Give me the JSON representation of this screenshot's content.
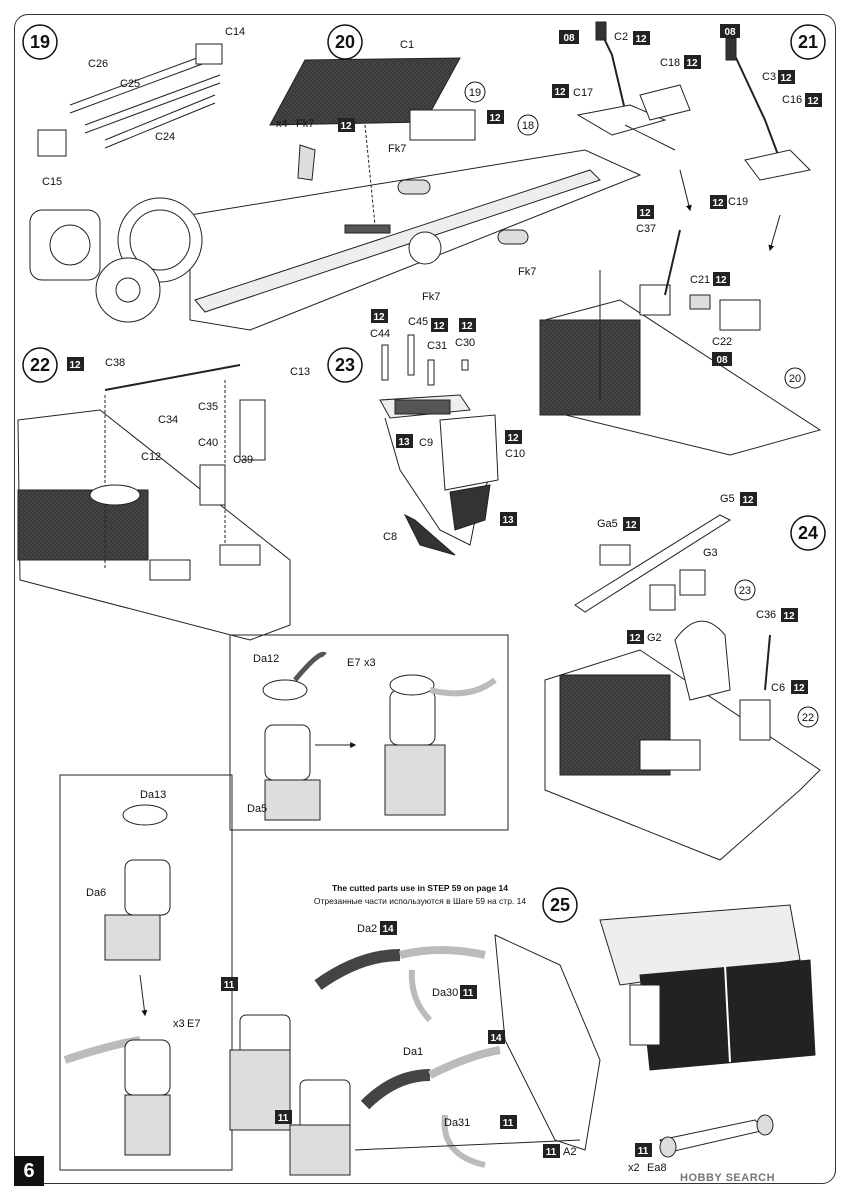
{
  "page_number": "6",
  "watermark": "HOBBY SEARCH",
  "note": {
    "en": "The cutted parts use in STEP 59 on page 14",
    "ru": "Отрезанные части используются в Шаге 59 на стр. 14"
  },
  "steps": [
    "19",
    "20",
    "21",
    "22",
    "23",
    "24",
    "25"
  ],
  "parts": {
    "C14": "C14",
    "C26": "C26",
    "C25": "C25",
    "C24": "C24",
    "C15": "C15",
    "C1": "C1",
    "Fk7a": "Fk7",
    "Fk7b": "Fk7",
    "Fk7c": "Fk7",
    "Fk7d": "Fk7",
    "x4": "x4",
    "s19": "19",
    "s18": "18",
    "C2": "C2",
    "C18": "C18",
    "C17": "C17",
    "C3": "C3",
    "C16": "C16",
    "C19": "C19",
    "C37": "C37",
    "C21": "C21",
    "C22": "C22",
    "s20": "20",
    "C38": "C38",
    "C13": "C13",
    "C34": "C34",
    "C35": "C35",
    "C40": "C40",
    "C12": "C12",
    "C39": "C39",
    "C44": "C44",
    "C45": "C45",
    "C31": "C31",
    "C30": "C30",
    "C9": "C9",
    "C10": "C10",
    "C8": "C8",
    "G5": "G5",
    "Ga5": "Ga5",
    "G3": "G3",
    "G2": "G2",
    "s23": "23",
    "C36": "C36",
    "C6": "C6",
    "s22": "22",
    "Da12": "Da12",
    "E7a": "E7",
    "x3a": "x3",
    "Da5": "Da5",
    "Da13": "Da13",
    "Da6": "Da6",
    "E7b": "E7",
    "x3b": "x3",
    "Da2": "Da2",
    "Da30": "Da30",
    "Da1": "Da1",
    "Da31": "Da31",
    "A2": "A2",
    "Ea8": "Ea8",
    "x2": "x2"
  },
  "paint": {
    "p08": "08",
    "p12": "12",
    "p13": "13",
    "p14": "14",
    "p11": "11"
  }
}
